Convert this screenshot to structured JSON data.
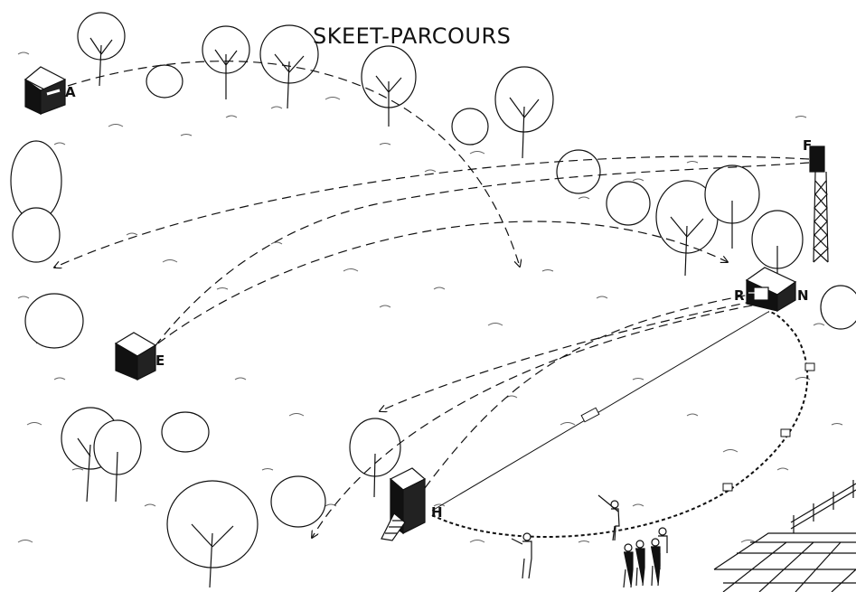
{
  "title": "SKEET-PARCOURS",
  "colors": {
    "ink": "#111111",
    "paper": "#ffffff"
  },
  "labels": {
    "house_a": "A",
    "house_e": "E",
    "tower_f": "F",
    "station_r": "R",
    "house_n": "N",
    "house_h": "H"
  }
}
